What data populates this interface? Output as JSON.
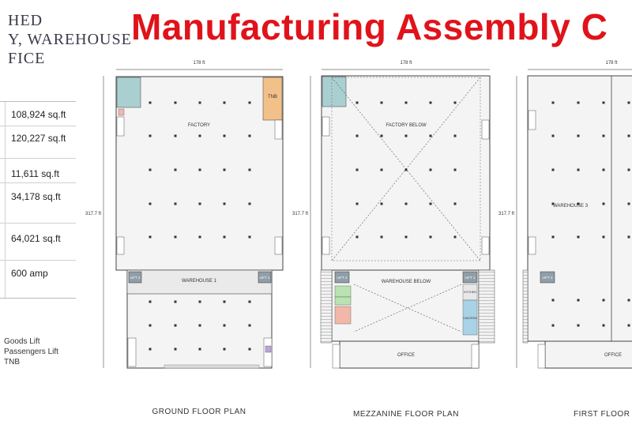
{
  "header": {
    "title_lines": [
      "HED",
      "Y, WAREHOUSE",
      "FICE"
    ],
    "banner": "Manufacturing Assembly C"
  },
  "specs": [
    {
      "value": "108,924 sq.ft"
    },
    {
      "value": "120,227 sq.ft"
    },
    {
      "value": "11,611 sq.ft"
    },
    {
      "value": "34,178 sq.ft"
    },
    {
      "value": "64,021 sq.ft"
    },
    {
      "value": "600 amp"
    }
  ],
  "legend": [
    "Goods Lift",
    "Passengers Lift",
    "TNB"
  ],
  "plans": {
    "width_label": "178 ft",
    "height_label": "317.7 ft",
    "ground": {
      "caption": "GROUND  FLOOR  PLAN",
      "factory": "FACTORY",
      "tnb": "TNB",
      "warehouse": "WAREHOUSE 1",
      "lift1": "LIFT 1",
      "lift2": "LIFT 2"
    },
    "mezzanine": {
      "caption": "MEZZANINE FLOOR PLAN",
      "factory_below": "FACTORY BELOW",
      "warehouse_below": "WAREHOUSE BELOW",
      "office": "OFFICE",
      "kitchen": "KITCHEN",
      "canteen": "CANTEEN",
      "lift1": "LIFT 1",
      "lift2": "LIFT 2"
    },
    "first": {
      "caption": "FIRST FLOOR P",
      "warehouse": "WAREHOUSE 3",
      "office": "OFFICE",
      "lift2": "LIFT 2"
    }
  }
}
